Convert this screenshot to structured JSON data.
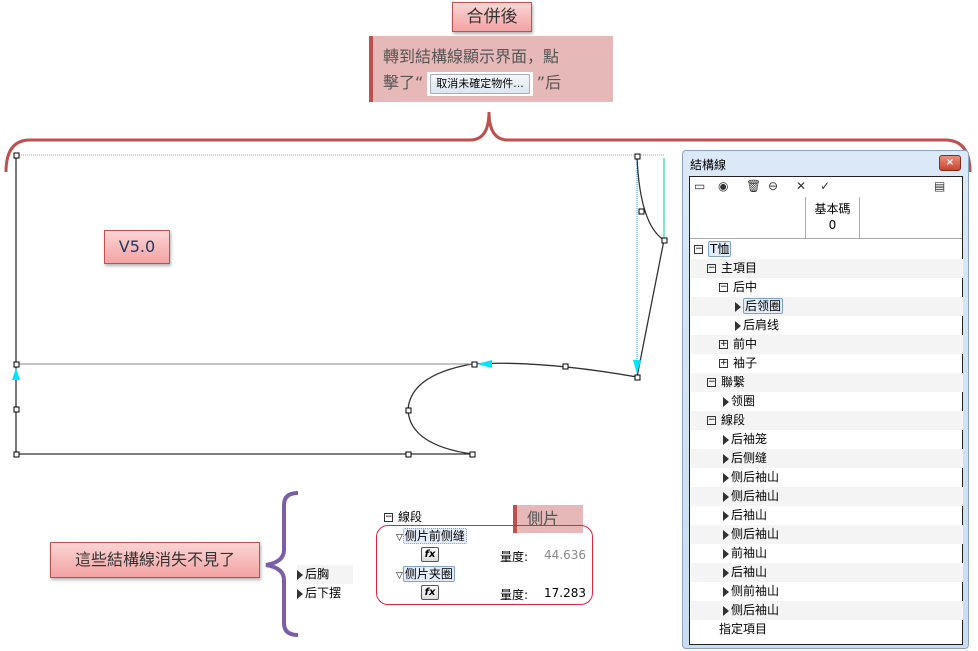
{
  "annotations": {
    "merged_label": "合併後",
    "instruction_line1": "轉到結構線顯示界面，點",
    "instruction_line2_prefix": "擊了“",
    "instruction_button": "取消未確定物件...",
    "instruction_line2_suffix": "”后",
    "version_label": "V5.0",
    "missing_note": "這些結構線消失不見了",
    "side_piece_label": "側片"
  },
  "panel": {
    "title": "結構線",
    "close_glyph": "×",
    "toolbar": [
      {
        "icon": "list-icon",
        "glyph": "▭"
      },
      {
        "icon": "eye-icon",
        "glyph": "◉"
      },
      {
        "icon": "trash-icon",
        "glyph": "🗑"
      },
      {
        "icon": "link-icon",
        "glyph": "⊖"
      },
      {
        "icon": "delete-x-icon",
        "glyph": "✕"
      },
      {
        "icon": "check-icon",
        "glyph": "✓"
      },
      {
        "icon": "document-menu-icon",
        "glyph": "▤"
      }
    ],
    "column_header": "基本碼",
    "column_value": "0",
    "tree": [
      {
        "label": "T恤",
        "level": 0,
        "exp": "minus",
        "selected": true
      },
      {
        "label": "主項目",
        "level": 1,
        "exp": "minus"
      },
      {
        "label": "后中",
        "level": 2,
        "exp": "minus"
      },
      {
        "label": "后领圈",
        "level": 3,
        "exp": "tri",
        "selected": true
      },
      {
        "label": "后肩线",
        "level": 3,
        "exp": "tri"
      },
      {
        "label": "前中",
        "level": 2,
        "exp": "plus"
      },
      {
        "label": "袖子",
        "level": 2,
        "exp": "plus"
      },
      {
        "label": "聯繫",
        "level": 1,
        "exp": "minus"
      },
      {
        "label": "领圈",
        "level": 2,
        "exp": "tri"
      },
      {
        "label": "線段",
        "level": 1,
        "exp": "minus"
      },
      {
        "label": "后袖笼",
        "level": 2,
        "exp": "tri"
      },
      {
        "label": "后侧缝",
        "level": 2,
        "exp": "tri"
      },
      {
        "label": "侧后袖山",
        "level": 2,
        "exp": "tri"
      },
      {
        "label": "侧后袖山",
        "level": 2,
        "exp": "tri"
      },
      {
        "label": "后袖山",
        "level": 2,
        "exp": "tri"
      },
      {
        "label": "侧后袖山",
        "level": 2,
        "exp": "tri"
      },
      {
        "label": "前袖山",
        "level": 2,
        "exp": "tri"
      },
      {
        "label": "后袖山",
        "level": 2,
        "exp": "tri"
      },
      {
        "label": "侧前袖山",
        "level": 2,
        "exp": "tri"
      },
      {
        "label": "侧后袖山",
        "level": 2,
        "exp": "tri"
      },
      {
        "label": "指定項目",
        "level": 2,
        "exp": "none"
      }
    ]
  },
  "old_tree": {
    "left_items": [
      "后胸",
      "后下摆"
    ],
    "section": "線段",
    "items": [
      {
        "label": "侧片前侧缝",
        "measure_label": "量度:",
        "measure": "44.636"
      },
      {
        "label": "侧片夹圈",
        "measure_label": "量度:",
        "measure": "17.283"
      }
    ],
    "fx": "fx"
  },
  "colors": {
    "accent": "#c0504d",
    "bracket": "#7b5ea7",
    "cyan": "#00e5ff"
  }
}
